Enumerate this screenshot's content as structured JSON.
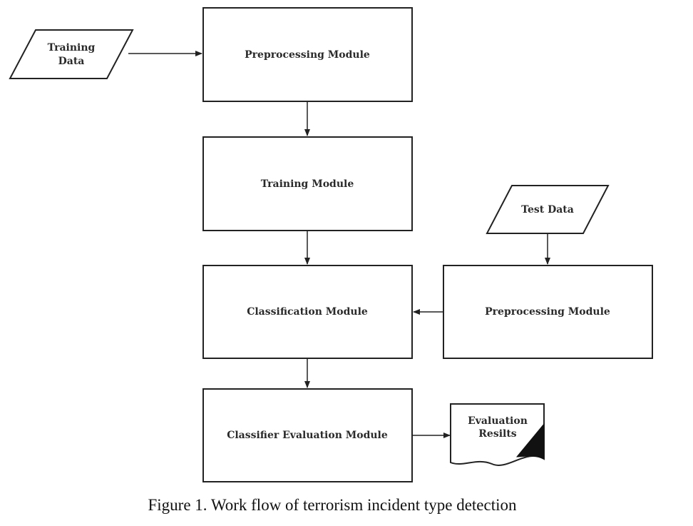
{
  "diagram": {
    "nodes": {
      "training_data": {
        "lines": [
          "Training",
          "Data"
        ]
      },
      "preprocessing_module_1": {
        "label": "Preprocessing Module"
      },
      "training_module": {
        "label": "Training Module"
      },
      "classification_module": {
        "label": "Classification Module"
      },
      "classifier_evaluation_module": {
        "label": "Classifier Evaluation Module"
      },
      "test_data": {
        "label": "Test Data"
      },
      "preprocessing_module_2": {
        "label": "Preprocessing Module"
      },
      "evaluation_results": {
        "lines": [
          "Evaluation",
          "Resilts"
        ]
      }
    },
    "edges": [
      {
        "from": "training_data",
        "to": "preprocessing_module_1"
      },
      {
        "from": "preprocessing_module_1",
        "to": "training_module"
      },
      {
        "from": "training_module",
        "to": "classification_module"
      },
      {
        "from": "test_data",
        "to": "preprocessing_module_2"
      },
      {
        "from": "preprocessing_module_2",
        "to": "classification_module"
      },
      {
        "from": "classification_module",
        "to": "classifier_evaluation_module"
      },
      {
        "from": "classifier_evaluation_module",
        "to": "evaluation_results"
      }
    ]
  },
  "caption": "Figure 1. Work flow of terrorism incident type detection"
}
